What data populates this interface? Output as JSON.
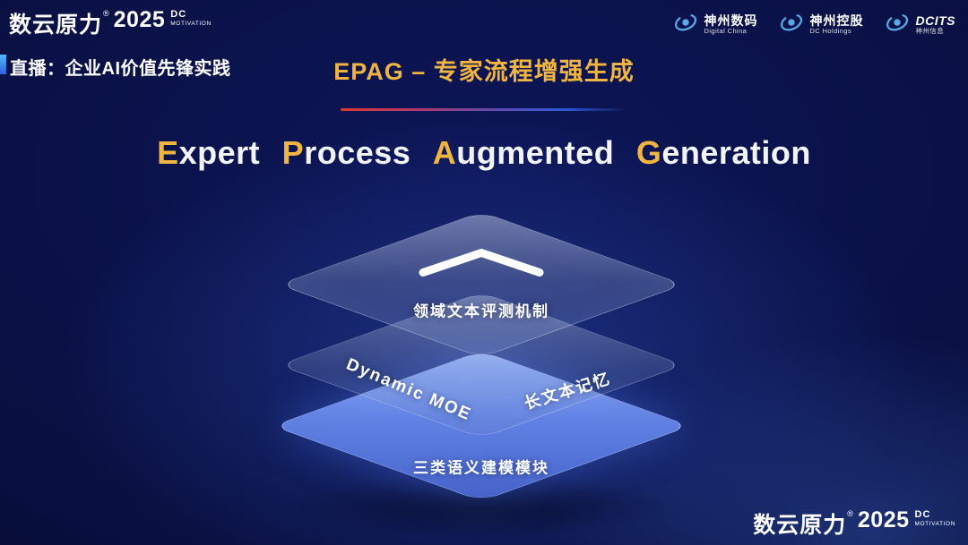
{
  "colors": {
    "background_navy": "#0A1148",
    "accent_gold": "#F0B541",
    "layer_blue": "#5F83E8",
    "partner_logo_blue": "#58A8E8",
    "underline_gradient_start": "#E03830",
    "underline_gradient_end": "#2F58D8"
  },
  "brand": {
    "name": "数云原力",
    "reg": "®",
    "year": "2025",
    "sub_top": "DC",
    "sub_bottom": "MOTIVATION"
  },
  "header": {
    "live_label": "直播：企业AI价值先锋实践",
    "title": "EPAG – 专家流程增强生成"
  },
  "subtitle": {
    "words": [
      {
        "initial": "E",
        "rest": "xpert"
      },
      {
        "initial": "P",
        "rest": "rocess"
      },
      {
        "initial": "A",
        "rest": "ugmented"
      },
      {
        "initial": "G",
        "rest": "eneration"
      }
    ]
  },
  "partners": [
    {
      "name": "神州数码",
      "sub": "Digital China"
    },
    {
      "name": "神州控股",
      "sub": "DC Holdings"
    },
    {
      "name": "DCITS",
      "sub": "神州信息"
    }
  ],
  "diagram": {
    "top_layer_label": "领域文本评测机制",
    "middle_layer_left_label": "Dynamic MOE",
    "middle_layer_right_label": "长文本记忆",
    "bottom_layer_label": "三类语义建模模块"
  }
}
